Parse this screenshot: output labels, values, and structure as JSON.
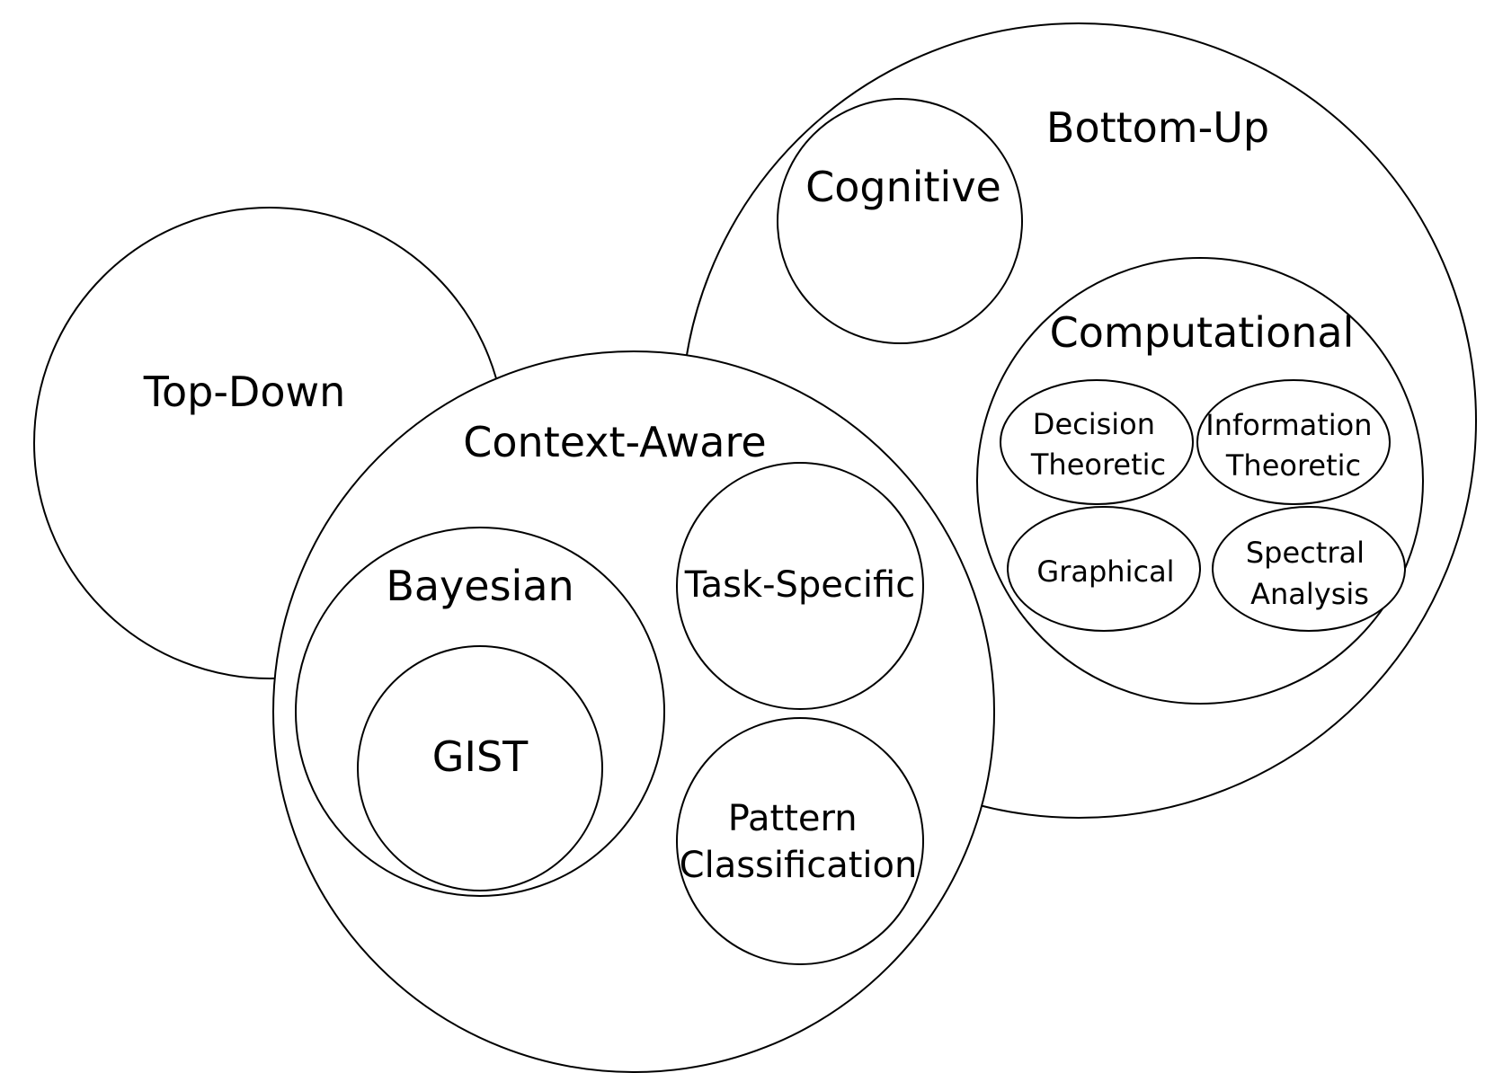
{
  "diagram": {
    "top_down": "Top-Down",
    "bottom_up": "Bottom-Up",
    "context_aware": "Context-Aware",
    "cognitive": "Cognitive",
    "computational": "Computational",
    "decision_theoretic": [
      "Decision",
      "Theoretic"
    ],
    "information_theoretic": [
      "Information",
      "Theoretic"
    ],
    "graphical": "Graphical",
    "spectral_analysis": [
      "Spectral",
      "Analysis"
    ],
    "bayesian": "Bayesian",
    "gist": "GIST",
    "task_specific": "Task-Specific",
    "pattern_classification": [
      "Pattern",
      "Classification"
    ]
  }
}
